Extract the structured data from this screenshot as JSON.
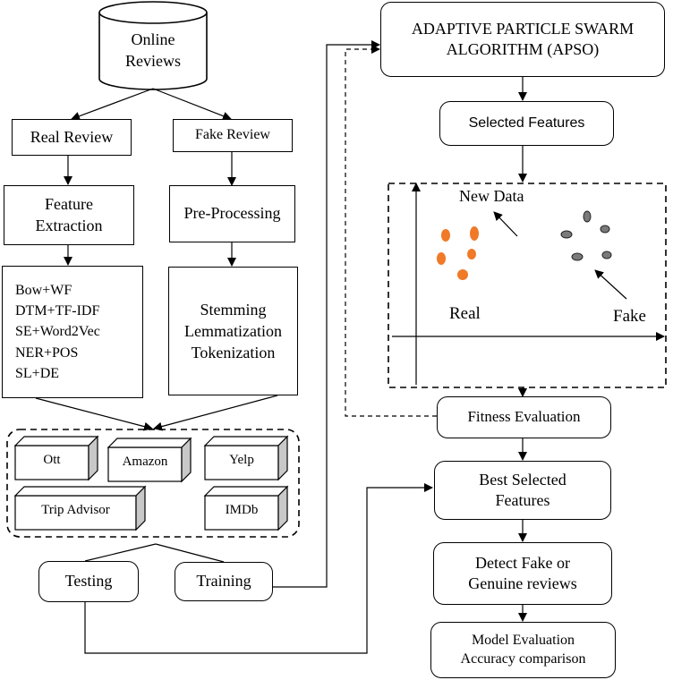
{
  "online_reviews": {
    "line1": "Online",
    "line2": "Reviews"
  },
  "real_review": "Real Review",
  "fake_review": "Fake Review",
  "feature_extraction": {
    "line1": "Feature",
    "line2": "Extraction"
  },
  "pre_processing": "Pre-Processing",
  "features_list": [
    "Bow+WF",
    "DTM+TF-IDF",
    "SE+Word2Vec",
    "NER+POS",
    "SL+DE"
  ],
  "preprocessing_steps": [
    "Stemming",
    "Lemmatization",
    "Tokenization"
  ],
  "datasets": [
    "Ott",
    "Amazon",
    "Yelp",
    "Trip Advisor",
    "IMDb"
  ],
  "testing": "Testing",
  "training": "Training",
  "apso": {
    "line1": "ADAPTIVE PARTICLE SWARM",
    "line2": "ALGORITHM (APSO)"
  },
  "selected_features": "Selected Features",
  "scatter": {
    "new_data": "New Data",
    "real": "Real",
    "fake": "Fake"
  },
  "fitness_evaluation": "Fitness Evaluation",
  "best_selected_features": {
    "line1": "Best Selected",
    "line2": "Features"
  },
  "detect": {
    "line1": "Detect Fake or",
    "line2": "Genuine reviews"
  },
  "model_evaluation": {
    "line1": "Model Evaluation",
    "line2": "Accuracy comparison"
  },
  "colors": {
    "real_points": "#f07a28",
    "fake_points": "#7a7a7a",
    "cube_side": "#c8c8c8"
  }
}
